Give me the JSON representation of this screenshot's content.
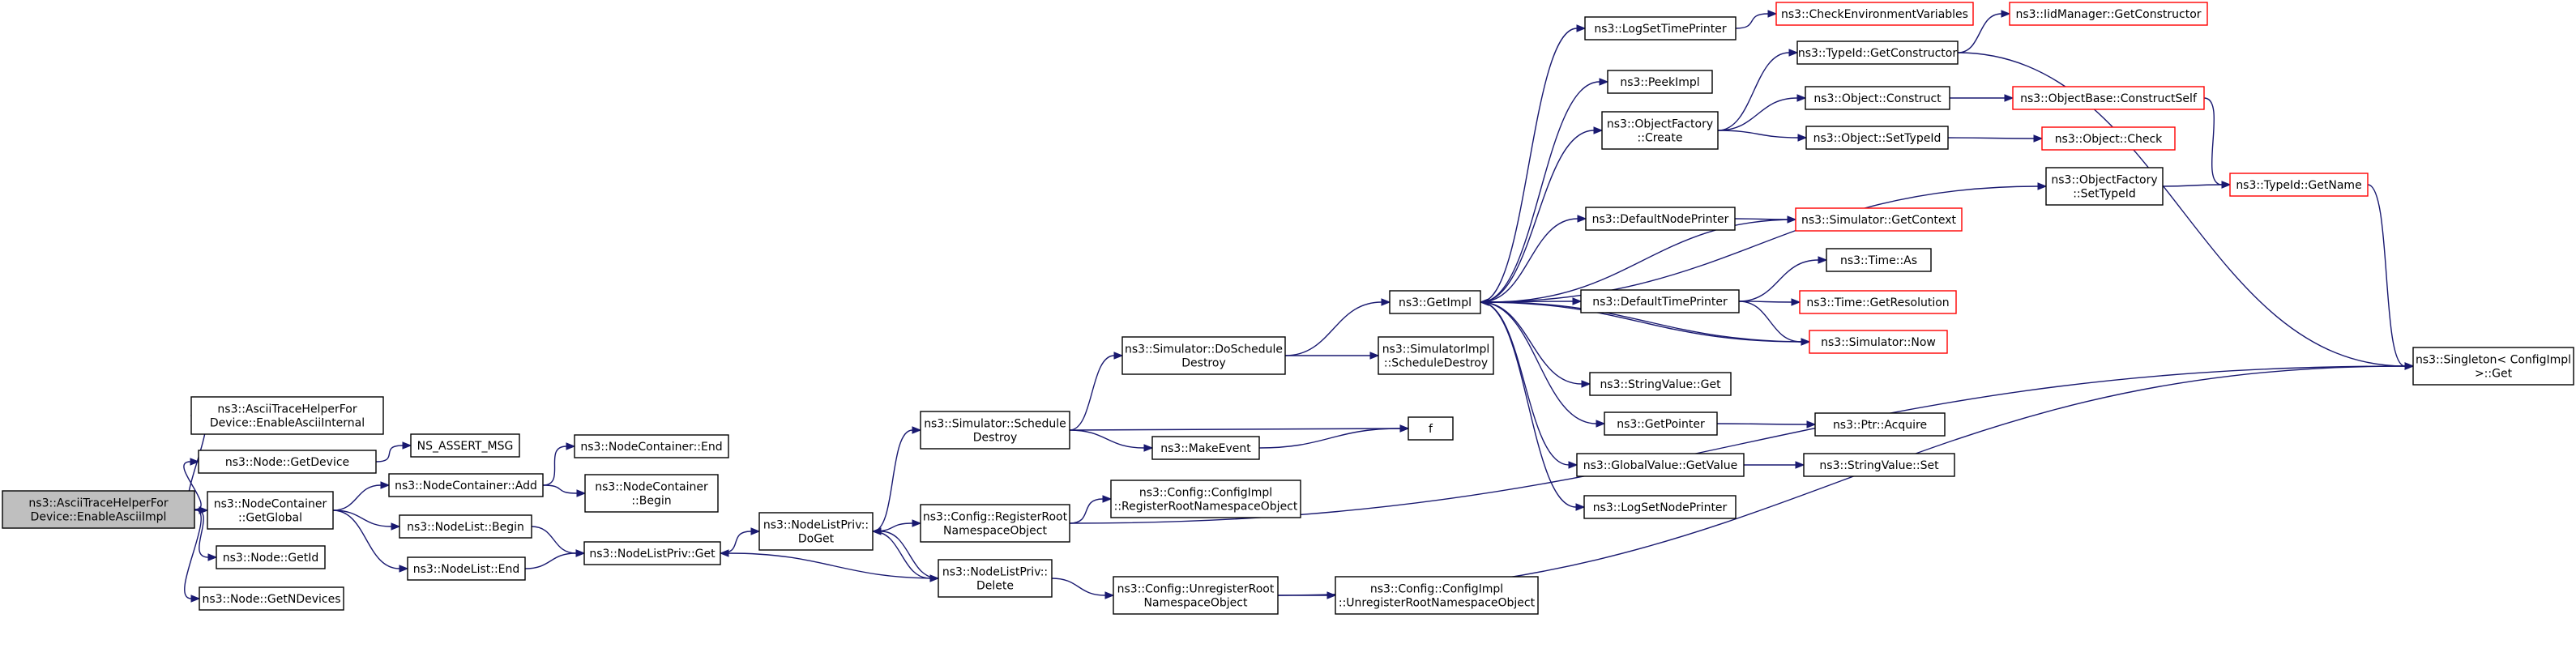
{
  "colors": {
    "edge": "#191970",
    "box_fill": "#ffffff",
    "box_stroke_linked": "#000000",
    "box_stroke_truncated": "#ff0000",
    "root_fill": "#bfbfbf",
    "root_stroke": "#000000"
  },
  "nodes": {
    "root": {
      "lines": [
        "ns3::AsciiTraceHelperFor",
        "Device::EnableAsciiImpl"
      ],
      "kind": "root"
    },
    "enable_internal": {
      "lines": [
        "ns3::AsciiTraceHelperFor",
        "Device::EnableAsciiInternal"
      ],
      "kind": "linked"
    },
    "node_getdevice": {
      "lines": [
        "ns3::Node::GetDevice"
      ],
      "kind": "linked"
    },
    "nodecontainer_getglobal": {
      "lines": [
        "ns3::NodeContainer",
        "::GetGlobal"
      ],
      "kind": "linked"
    },
    "node_getid": {
      "lines": [
        "ns3::Node::GetId"
      ],
      "kind": "linked"
    },
    "node_getndevices": {
      "lines": [
        "ns3::Node::GetNDevices"
      ],
      "kind": "linked"
    },
    "ns_assert_msg": {
      "lines": [
        "NS_ASSERT_MSG"
      ],
      "kind": "linked"
    },
    "nodecontainer_add": {
      "lines": [
        "ns3::NodeContainer::Add"
      ],
      "kind": "linked"
    },
    "nodecontainer_end": {
      "lines": [
        "ns3::NodeContainer::End"
      ],
      "kind": "linked"
    },
    "nodecontainer_begin": {
      "lines": [
        "ns3::NodeContainer",
        "::Begin"
      ],
      "kind": "linked"
    },
    "nodelist_begin": {
      "lines": [
        "ns3::NodeList::Begin"
      ],
      "kind": "linked"
    },
    "nodelist_end": {
      "lines": [
        "ns3::NodeList::End"
      ],
      "kind": "linked"
    },
    "nodelistpriv_get": {
      "lines": [
        "ns3::NodeListPriv::Get"
      ],
      "kind": "linked"
    },
    "nodelistpriv_doget": {
      "lines": [
        "ns3::NodeListPriv::",
        "DoGet"
      ],
      "kind": "linked"
    },
    "nodelistpriv_delete": {
      "lines": [
        "ns3::NodeListPriv::",
        "Delete"
      ],
      "kind": "linked"
    },
    "simulator_scheduledestroy": {
      "lines": [
        "ns3::Simulator::Schedule",
        "Destroy"
      ],
      "kind": "linked"
    },
    "config_registerroot": {
      "lines": [
        "ns3::Config::RegisterRoot",
        "NamespaceObject"
      ],
      "kind": "linked"
    },
    "config_unregisterroot": {
      "lines": [
        "ns3::Config::UnregisterRoot",
        "NamespaceObject"
      ],
      "kind": "linked"
    },
    "configimpl_register": {
      "lines": [
        "ns3::Config::ConfigImpl",
        "::RegisterRootNamespaceObject"
      ],
      "kind": "linked"
    },
    "configimpl_unregister": {
      "lines": [
        "ns3::Config::ConfigImpl",
        "::UnregisterRootNamespaceObject"
      ],
      "kind": "linked"
    },
    "simulator_doscheduledestroy": {
      "lines": [
        "ns3::Simulator::DoSchedule",
        "Destroy"
      ],
      "kind": "linked"
    },
    "makeevent": {
      "lines": [
        "ns3::MakeEvent"
      ],
      "kind": "linked"
    },
    "f": {
      "lines": [
        "f"
      ],
      "kind": "linked"
    },
    "simulatorimpl_scheduledestroy": {
      "lines": [
        "ns3::SimulatorImpl",
        "::ScheduleDestroy"
      ],
      "kind": "linked"
    },
    "getimpl": {
      "lines": [
        "ns3::GetImpl"
      ],
      "kind": "linked"
    },
    "logsettimeprinter": {
      "lines": [
        "ns3::LogSetTimePrinter"
      ],
      "kind": "linked"
    },
    "checkenvvars": {
      "lines": [
        "ns3::CheckEnvironmentVariables"
      ],
      "kind": "truncated"
    },
    "peekimpl": {
      "lines": [
        "ns3::PeekImpl"
      ],
      "kind": "linked"
    },
    "objectfactory_create": {
      "lines": [
        "ns3::ObjectFactory",
        "::Create"
      ],
      "kind": "linked"
    },
    "typeid_getconstructor": {
      "lines": [
        "ns3::TypeId::GetConstructor"
      ],
      "kind": "linked"
    },
    "iidmanager_getconstructor": {
      "lines": [
        "ns3::IidManager::GetConstructor"
      ],
      "kind": "truncated"
    },
    "object_construct": {
      "lines": [
        "ns3::Object::Construct"
      ],
      "kind": "linked"
    },
    "objectbase_constructself": {
      "lines": [
        "ns3::ObjectBase::ConstructSelf"
      ],
      "kind": "truncated"
    },
    "object_settypeid": {
      "lines": [
        "ns3::Object::SetTypeId"
      ],
      "kind": "linked"
    },
    "object_check": {
      "lines": [
        "ns3::Object::Check"
      ],
      "kind": "truncated"
    },
    "objectfactory_settypeid": {
      "lines": [
        "ns3::ObjectFactory",
        "::SetTypeId"
      ],
      "kind": "linked"
    },
    "typeid_getname": {
      "lines": [
        "ns3::TypeId::GetName"
      ],
      "kind": "truncated"
    },
    "singleton_get": {
      "lines": [
        "ns3::Singleton< ConfigImpl",
        " >::Get"
      ],
      "kind": "linked"
    },
    "defaultnodeprinter": {
      "lines": [
        "ns3::DefaultNodePrinter"
      ],
      "kind": "linked"
    },
    "simulator_getcontext": {
      "lines": [
        "ns3::Simulator::GetContext"
      ],
      "kind": "truncated"
    },
    "time_as": {
      "lines": [
        "ns3::Time::As"
      ],
      "kind": "linked"
    },
    "defaulttimeprinter": {
      "lines": [
        "ns3::DefaultTimePrinter"
      ],
      "kind": "linked"
    },
    "time_getresolution": {
      "lines": [
        "ns3::Time::GetResolution"
      ],
      "kind": "truncated"
    },
    "simulator_now": {
      "lines": [
        "ns3::Simulator::Now"
      ],
      "kind": "truncated"
    },
    "stringvalue_get": {
      "lines": [
        "ns3::StringValue::Get"
      ],
      "kind": "linked"
    },
    "getpointer": {
      "lines": [
        "ns3::GetPointer"
      ],
      "kind": "linked"
    },
    "ptr_acquire": {
      "lines": [
        "ns3::Ptr::Acquire"
      ],
      "kind": "linked"
    },
    "globalvalue_getvalue": {
      "lines": [
        "ns3::GlobalValue::GetValue"
      ],
      "kind": "linked"
    },
    "stringvalue_set": {
      "lines": [
        "ns3::StringValue::Set"
      ],
      "kind": "linked"
    },
    "logsetnodeprinter": {
      "lines": [
        "ns3::LogSetNodePrinter"
      ],
      "kind": "linked"
    }
  },
  "edges": [
    [
      "root",
      "enable_internal"
    ],
    [
      "root",
      "node_getdevice"
    ],
    [
      "root",
      "nodecontainer_getglobal"
    ],
    [
      "root",
      "node_getid"
    ],
    [
      "root",
      "node_getndevices"
    ],
    [
      "node_getdevice",
      "ns_assert_msg"
    ],
    [
      "nodecontainer_getglobal",
      "nodecontainer_add"
    ],
    [
      "nodecontainer_getglobal",
      "nodelist_begin"
    ],
    [
      "nodecontainer_getglobal",
      "nodelist_end"
    ],
    [
      "nodecontainer_add",
      "nodecontainer_end"
    ],
    [
      "nodecontainer_add",
      "nodecontainer_begin"
    ],
    [
      "nodelist_begin",
      "nodelistpriv_get"
    ],
    [
      "nodelist_end",
      "nodelistpriv_get"
    ],
    [
      "nodelistpriv_get",
      "nodelistpriv_doget"
    ],
    [
      "nodelistpriv_doget",
      "simulator_scheduledestroy"
    ],
    [
      "nodelistpriv_doget",
      "config_registerroot"
    ],
    [
      "nodelistpriv_doget",
      "nodelistpriv_delete"
    ],
    [
      "nodelistpriv_delete",
      "nodelistpriv_get"
    ],
    [
      "nodelistpriv_delete",
      "nodelistpriv_doget"
    ],
    [
      "nodelistpriv_delete",
      "config_unregisterroot"
    ],
    [
      "simulator_scheduledestroy",
      "simulator_doscheduledestroy"
    ],
    [
      "simulator_scheduledestroy",
      "makeevent"
    ],
    [
      "simulator_scheduledestroy",
      "f"
    ],
    [
      "makeevent",
      "f"
    ],
    [
      "config_registerroot",
      "configimpl_register"
    ],
    [
      "config_registerroot",
      "singleton_get"
    ],
    [
      "config_unregisterroot",
      "configimpl_unregister"
    ],
    [
      "config_unregisterroot",
      "singleton_get"
    ],
    [
      "simulator_doscheduledestroy",
      "getimpl"
    ],
    [
      "simulator_doscheduledestroy",
      "simulatorimpl_scheduledestroy"
    ],
    [
      "getimpl",
      "logsettimeprinter"
    ],
    [
      "getimpl",
      "peekimpl"
    ],
    [
      "getimpl",
      "objectfactory_create"
    ],
    [
      "getimpl",
      "objectfactory_settypeid"
    ],
    [
      "getimpl",
      "defaultnodeprinter"
    ],
    [
      "getimpl",
      "defaulttimeprinter"
    ],
    [
      "getimpl",
      "simulator_now"
    ],
    [
      "getimpl",
      "stringvalue_get"
    ],
    [
      "getimpl",
      "getpointer"
    ],
    [
      "getimpl",
      "globalvalue_getvalue"
    ],
    [
      "getimpl",
      "logsetnodeprinter"
    ],
    [
      "logsettimeprinter",
      "checkenvvars"
    ],
    [
      "objectfactory_create",
      "typeid_getconstructor"
    ],
    [
      "objectfactory_create",
      "object_construct"
    ],
    [
      "objectfactory_create",
      "object_settypeid"
    ],
    [
      "typeid_getconstructor",
      "iidmanager_getconstructor"
    ],
    [
      "typeid_getconstructor",
      "singleton_get"
    ],
    [
      "object_construct",
      "objectbase_constructself"
    ],
    [
      "object_settypeid",
      "object_check"
    ],
    [
      "objectbase_constructself",
      "typeid_getname"
    ],
    [
      "objectfactory_settypeid",
      "typeid_getname"
    ],
    [
      "typeid_getname",
      "singleton_get"
    ],
    [
      "defaultnodeprinter",
      "simulator_getcontext"
    ],
    [
      "simulator_getcontext",
      "getimpl"
    ],
    [
      "defaulttimeprinter",
      "time_as"
    ],
    [
      "defaulttimeprinter",
      "time_getresolution"
    ],
    [
      "defaulttimeprinter",
      "simulator_now"
    ],
    [
      "simulator_now",
      "getimpl"
    ],
    [
      "getpointer",
      "ptr_acquire"
    ],
    [
      "globalvalue_getvalue",
      "stringvalue_set"
    ]
  ]
}
